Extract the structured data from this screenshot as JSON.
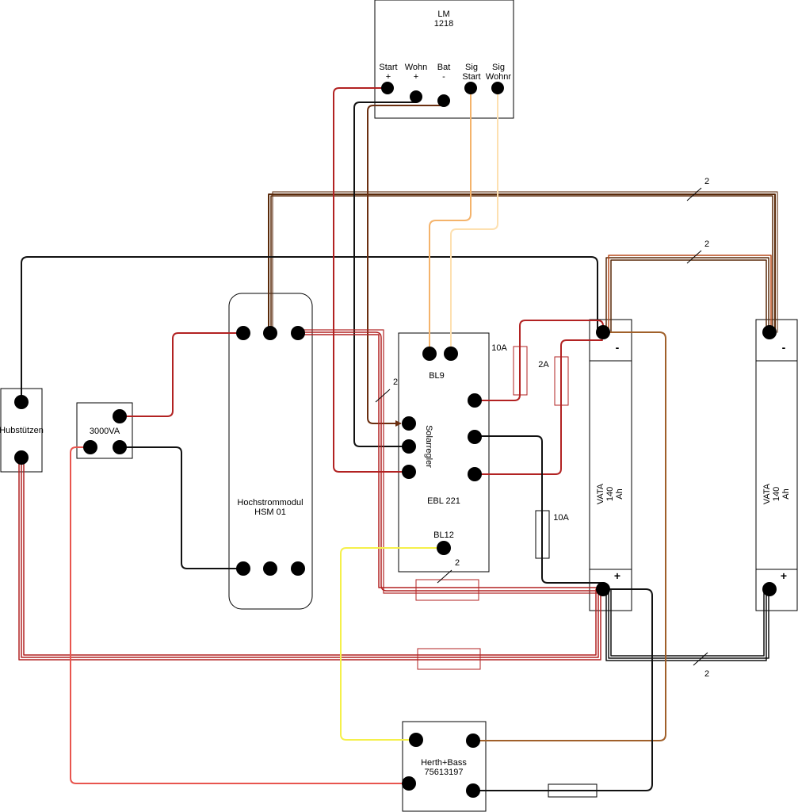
{
  "components": {
    "lm": {
      "name": "LM",
      "model": "1218",
      "terminals": [
        {
          "l1": "Start",
          "l2": "+"
        },
        {
          "l1": "Wohn",
          "l2": "+"
        },
        {
          "l1": "Bat",
          "l2": "-"
        },
        {
          "l1": "Sig",
          "l2": "Start"
        },
        {
          "l1": "Sig",
          "l2": "Wohnr"
        }
      ]
    },
    "hubstuetzen": {
      "name": "Hubstützen"
    },
    "inverter": {
      "name": "3000VA"
    },
    "hsm": {
      "name": "Hochstrommodul",
      "model": "HSM 01"
    },
    "ebl": {
      "bl9": "BL9",
      "solar": "Solarregler",
      "name": "EBL 221",
      "bl12": "BL12"
    },
    "battery1": {
      "l1": "VATA",
      "l2": "140",
      "l3": "Ah",
      "minus": "-",
      "plus": "+"
    },
    "battery2": {
      "l1": "VATA",
      "l2": "140",
      "l3": "Ah",
      "minus": "-",
      "plus": "+"
    },
    "herth": {
      "name": "Herth+Bass",
      "model": "75613197"
    }
  },
  "fuses": {
    "f1": "10A",
    "f2": "2A",
    "f3": "10A"
  },
  "wire_counts": {
    "w1": "2",
    "w2": "2",
    "w3": "2",
    "w4": "2",
    "w5": "2"
  },
  "colors": {
    "red": "#b22222",
    "black": "#111111",
    "brown": "#5a2a0a",
    "orange": "#f4b36b",
    "lightorange": "#fde0b0",
    "yellow": "#f5f04a",
    "lightred": "#e8554e",
    "copper": "#a0602a"
  }
}
